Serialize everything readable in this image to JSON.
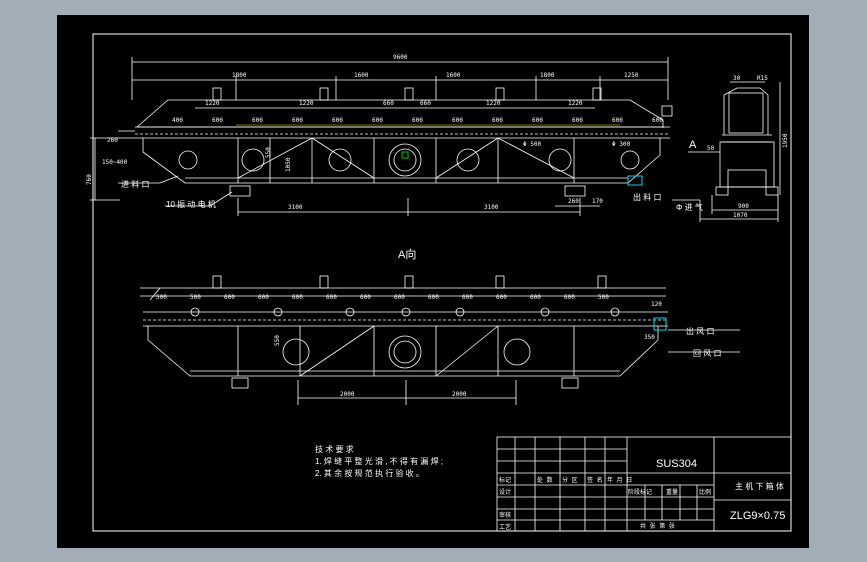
{
  "drawing": {
    "colors": {
      "background": "#a3adb8",
      "sheet": "#000000",
      "line": "#ffffff",
      "cyan": "#00d8e8",
      "yellow": "#e8e000",
      "green": "#00c800"
    },
    "front_view": {
      "overall_length": "9600",
      "section_lengths": [
        "1800",
        "1600",
        "1600",
        "1800",
        "1250"
      ],
      "inlet_spacing": [
        "1220",
        "1220",
        "660",
        "660",
        "1220",
        "1220"
      ],
      "top_pitch": [
        "400",
        "600",
        "600",
        "600",
        "600",
        "600",
        "600",
        "600",
        "600",
        "600",
        "600",
        "600",
        "600"
      ],
      "support_spacing": [
        "3100",
        "3100"
      ],
      "end_dims": [
        "260",
        "170"
      ],
      "left_dims": [
        "260",
        "150~400"
      ],
      "height_dims": [
        "760",
        "1050",
        "550"
      ],
      "notes": [
        "进 料 口",
        "10 振 动 电 机",
        "出 料 口",
        "Φ 500",
        "Φ 300"
      ]
    },
    "side_view": {
      "label": "A",
      "top_dims": [
        "30",
        "R15"
      ],
      "bottom_dims": [
        "900",
        "1070"
      ],
      "height": "1950",
      "side_dim": "50",
      "note": "Φ 进 气"
    },
    "a_view": {
      "title": "A向",
      "pitch": [
        "500",
        "500",
        "600",
        "600",
        "600",
        "600",
        "600",
        "600",
        "600",
        "600",
        "600",
        "600",
        "600",
        "500"
      ],
      "right_dim": "120",
      "end_dims": [
        "350",
        "550"
      ],
      "bottom_dims": [
        "2000",
        "2000"
      ],
      "notes": [
        "出 风 口",
        "回 风 口"
      ]
    },
    "tech_notes": {
      "heading": "技 术 要 求",
      "lines": [
        "1. 焊 缝 平 整 光 滑 , 不 得 有 漏 焊 ;",
        "2. 其 余 按 规 范 执 行 验 收 。"
      ]
    },
    "title_block": {
      "material": "SUS304",
      "drawing_name": "主 机 下 箱 体",
      "code": "ZLG9×0.75",
      "row_labels": [
        "标记",
        "设计",
        "审核",
        "工艺"
      ],
      "mid_labels": [
        "处 数",
        "分 区",
        "签 名",
        "年 月 日"
      ],
      "right_labels": [
        "阶段标记",
        "重量",
        "比例"
      ],
      "footer": "共 张 第 张"
    }
  }
}
